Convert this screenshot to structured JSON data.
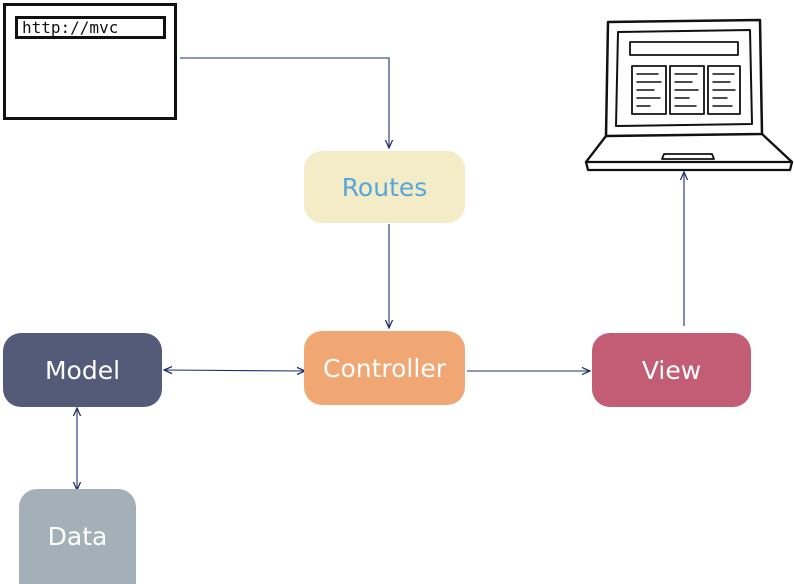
{
  "browser": {
    "url": "http://mvc"
  },
  "nodes": {
    "routes": {
      "label": "Routes",
      "fill": "#f4ecc7",
      "text_color": "#56a6db"
    },
    "controller": {
      "label": "Controller",
      "fill": "#f0a774",
      "text_color": "#ffffff"
    },
    "model": {
      "label": "Model",
      "fill": "#545b78",
      "text_color": "#ffffff"
    },
    "view": {
      "label": "View",
      "fill": "#c35d75",
      "text_color": "#ffffff"
    },
    "data": {
      "label": "Data",
      "fill": "#a3b0b7",
      "text_color": "#ffffff"
    }
  },
  "connectors": [
    {
      "from": "browser",
      "to": "routes",
      "direction": "forward"
    },
    {
      "from": "routes",
      "to": "controller",
      "direction": "forward"
    },
    {
      "from": "controller",
      "to": "model",
      "direction": "both"
    },
    {
      "from": "controller",
      "to": "view",
      "direction": "forward"
    },
    {
      "from": "model",
      "to": "data",
      "direction": "both"
    },
    {
      "from": "view",
      "to": "laptop",
      "direction": "forward"
    }
  ],
  "colors": {
    "connector": "#1f2f6b",
    "outline": "#111111"
  },
  "icons": {
    "client": "laptop-icon"
  }
}
